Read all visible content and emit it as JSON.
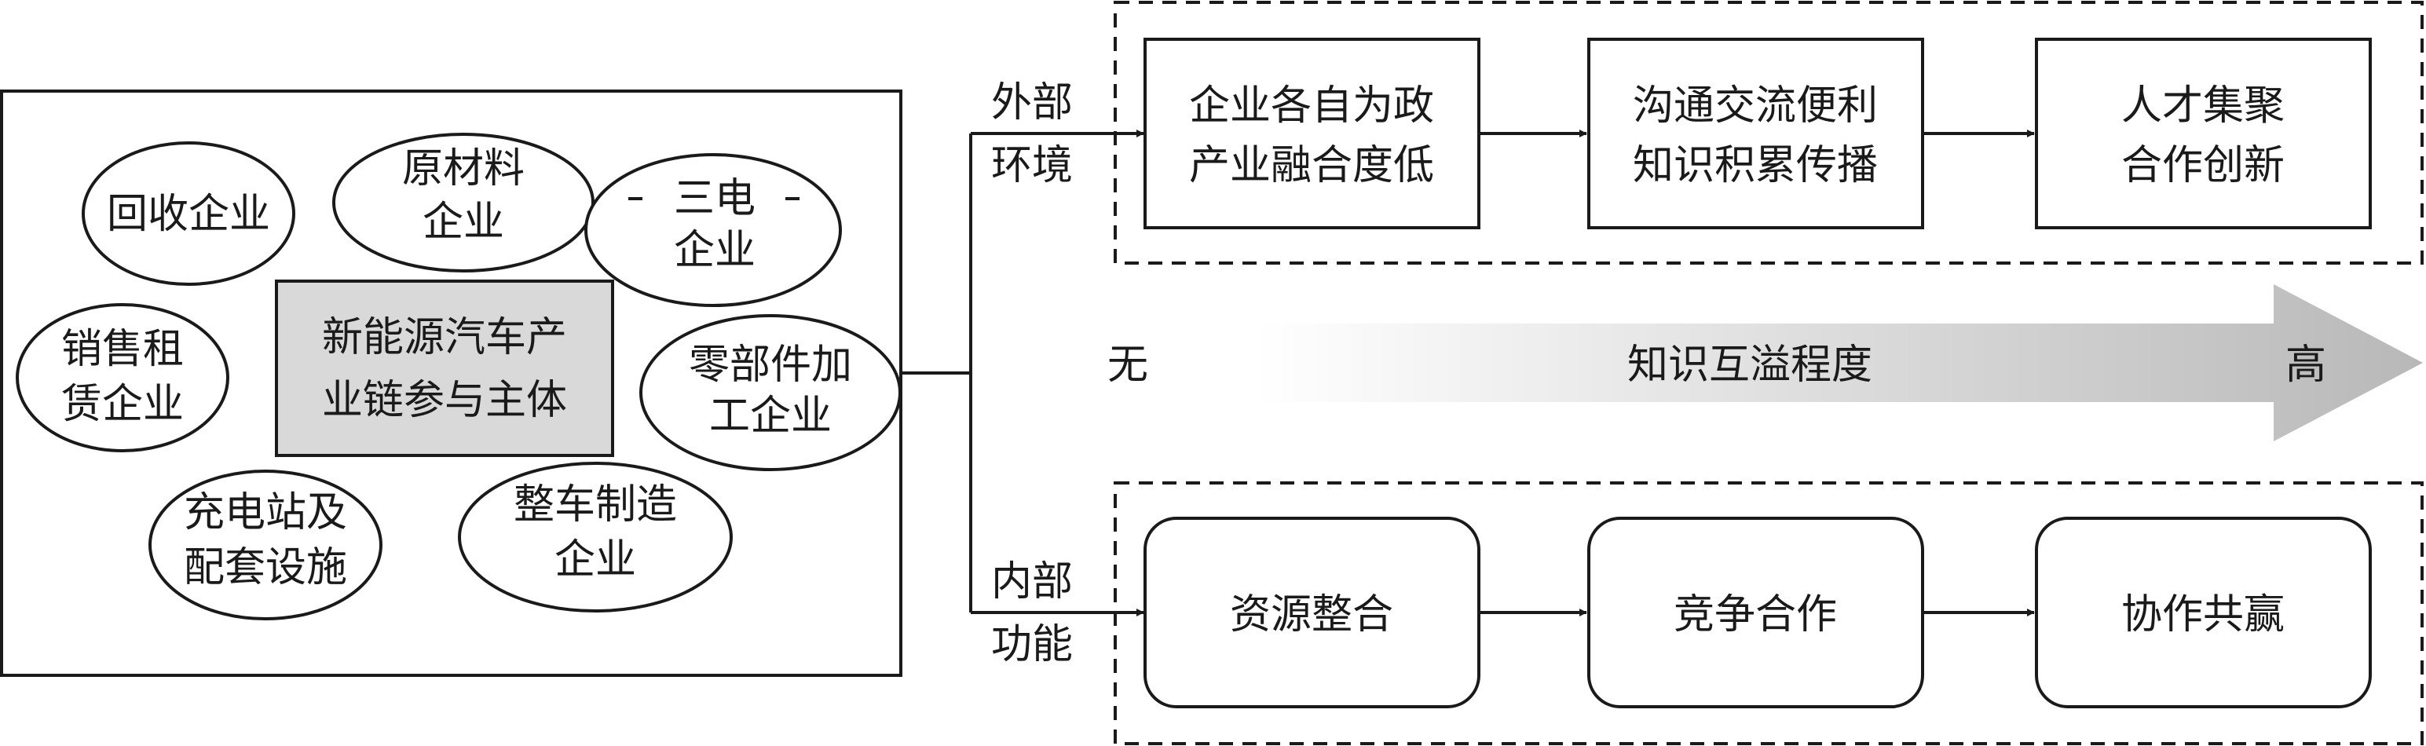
{
  "cluster": {
    "core": [
      "新能源汽车产",
      "业链参与主体"
    ],
    "nodes": {
      "recycle": [
        "回收企业"
      ],
      "raw_material": [
        "原材料",
        "企业"
      ],
      "three_electric": [
        "三电",
        "企业"
      ],
      "sales_leasing": [
        "销售租",
        "赁企业"
      ],
      "parts": [
        "零部件加",
        "工企业"
      ],
      "charging": [
        "充电站及",
        "配套设施"
      ],
      "vehicle": [
        "整车制造",
        "企业"
      ]
    }
  },
  "external": {
    "label": [
      "外部",
      "环境"
    ],
    "steps": [
      [
        "企业各自为政",
        "产业融合度低"
      ],
      [
        "沟通交流便利",
        "知识积累传播"
      ],
      [
        "人才集聚",
        "合作创新"
      ]
    ]
  },
  "spillover": {
    "left": "无",
    "center": "知识互溢程度",
    "right": "高"
  },
  "internal": {
    "label": [
      "内部",
      "功能"
    ],
    "steps": [
      "资源整合",
      "竞争合作",
      "协作共赢"
    ]
  },
  "colors": {
    "core_fill": "#d9d9d9",
    "arrow_gradient_start": "#ffffff",
    "arrow_gradient_end": "#bdbdbd"
  }
}
